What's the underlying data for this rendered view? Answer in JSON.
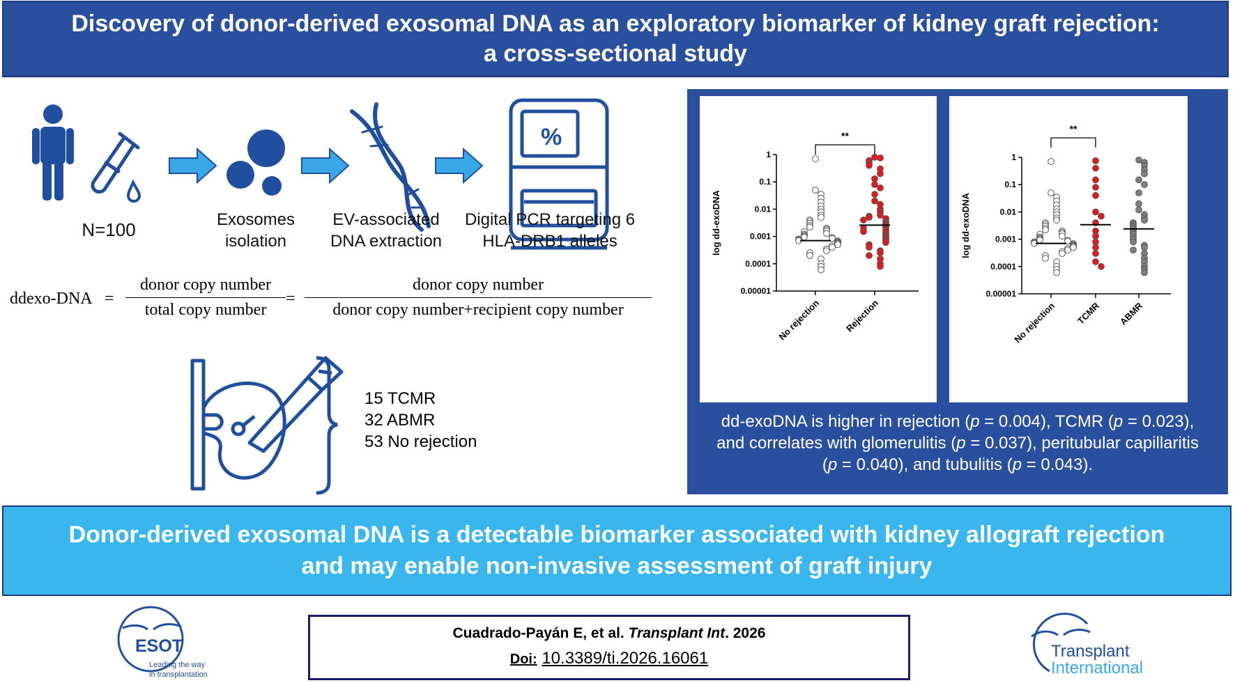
{
  "title": "Discovery of donor-derived exosomal DNA as an exploratory biomarker of kidney graft rejection:\na cross-sectional study",
  "workflow": {
    "n_label": "N=100",
    "steps": [
      "Exosomes\nisolation",
      "EV-associated\nDNA extraction",
      "Digital PCR targeting 6\nHLA-DRB1 alleles"
    ]
  },
  "formula": {
    "lhs": "ddexo-DNA",
    "eq": "=",
    "frac1_num": "donor copy number",
    "frac1_den": "total copy number",
    "frac2_num": "donor copy number",
    "frac2_den": "donor copy number+recipient copy number"
  },
  "biopsy": {
    "outcomes": [
      "15 TCMR",
      "32 ABMR",
      "53 No rejection"
    ]
  },
  "results": {
    "line1_pre": "dd-exoDNA is higher in rejection (",
    "line1_mid": " = 0.004), TCMR (",
    "line1_end": " = 0.023),",
    "line2_pre": "and correlates with glomerulitis (",
    "line2_mid": " = 0.037), peritubular capillaritis",
    "line3_pre": "(",
    "line3_mid": " = 0.040), and tubulitis (",
    "line3_end": " = 0.043).",
    "p": "p"
  },
  "chart_data": [
    {
      "type": "scatter",
      "ylabel": "log dd-exoDNA",
      "yscale": "log",
      "ylim": [
        1e-05,
        1
      ],
      "yticks": [
        "1",
        "0.1",
        "0.01",
        "0.001",
        "0.0001",
        "0.00001"
      ],
      "categories": [
        "No rejection",
        "Rejection"
      ],
      "significance": "**",
      "medians": [
        0.0007,
        0.0026
      ],
      "series": [
        {
          "category": "No rejection",
          "color": "#ffffff",
          "values": [
            0.7,
            0.05,
            0.035,
            0.025,
            0.018,
            0.013,
            0.01,
            0.008,
            0.006,
            0.005,
            0.004,
            0.0035,
            0.003,
            0.0025,
            0.0022,
            0.002,
            0.0018,
            0.0016,
            0.0015,
            0.0013,
            0.0012,
            0.0011,
            0.001,
            0.00095,
            0.0009,
            0.00085,
            0.0008,
            0.00075,
            0.0007,
            0.00068,
            0.00065,
            0.0006,
            0.00058,
            0.00055,
            0.0005,
            0.00045,
            0.0004,
            0.00035,
            0.0003,
            0.00025,
            0.0002,
            0.00015,
            0.0001,
            8e-05,
            6e-05
          ]
        },
        {
          "category": "Rejection",
          "color": "#e31a1c",
          "values": [
            0.8,
            0.75,
            0.6,
            0.5,
            0.4,
            0.3,
            0.2,
            0.13,
            0.08,
            0.06,
            0.035,
            0.02,
            0.015,
            0.01,
            0.008,
            0.006,
            0.0055,
            0.005,
            0.0045,
            0.004,
            0.0035,
            0.003,
            0.0028,
            0.0025,
            0.0022,
            0.002,
            0.0018,
            0.0016,
            0.0015,
            0.0013,
            0.0011,
            0.001,
            0.0009,
            0.0008,
            0.0007,
            0.0006,
            0.0005,
            0.0004,
            0.0003,
            0.00025,
            0.0002,
            0.00015,
            0.0001,
            8e-05
          ]
        }
      ]
    },
    {
      "type": "scatter",
      "ylabel": "log dd-exoDNA",
      "yscale": "log",
      "ylim": [
        1e-05,
        1
      ],
      "yticks": [
        "1",
        "0.1",
        "0.01",
        "0.001",
        "0.0001",
        "0.00001"
      ],
      "categories": [
        "No rejection",
        "TCMR",
        "ABMR"
      ],
      "significance": "**",
      "medians": [
        0.0007,
        0.0034,
        0.0024
      ],
      "series": [
        {
          "category": "No rejection",
          "color": "#ffffff",
          "values": [
            0.7,
            0.05,
            0.035,
            0.025,
            0.018,
            0.013,
            0.01,
            0.008,
            0.006,
            0.005,
            0.004,
            0.0035,
            0.003,
            0.0025,
            0.0022,
            0.002,
            0.0018,
            0.0016,
            0.0015,
            0.0013,
            0.0012,
            0.0011,
            0.001,
            0.00095,
            0.0009,
            0.00085,
            0.0008,
            0.00075,
            0.0007,
            0.00068,
            0.00065,
            0.0006,
            0.00058,
            0.00055,
            0.0005,
            0.00045,
            0.0004,
            0.00035,
            0.0003,
            0.00025,
            0.0002,
            0.00015,
            0.0001,
            8e-05,
            6e-05
          ]
        },
        {
          "category": "TCMR",
          "color": "#e31a1c",
          "values": [
            0.75,
            0.4,
            0.15,
            0.08,
            0.04,
            0.01,
            0.007,
            0.004,
            0.002,
            0.0013,
            0.0008,
            0.0005,
            0.0003,
            0.00015,
            0.0001
          ]
        },
        {
          "category": "ABMR",
          "color": "#808080",
          "values": [
            0.8,
            0.65,
            0.5,
            0.35,
            0.25,
            0.15,
            0.1,
            0.05,
            0.02,
            0.012,
            0.008,
            0.006,
            0.005,
            0.004,
            0.0035,
            0.003,
            0.0025,
            0.002,
            0.0018,
            0.0015,
            0.0012,
            0.001,
            0.0008,
            0.0006,
            0.0005,
            0.0004,
            0.0003,
            0.0002,
            0.00015,
            0.0001,
            8e-05,
            6e-05
          ]
        }
      ]
    }
  ],
  "conclusion": "Donor-derived exosomal DNA is a detectable biomarker associated with kidney allograft rejection\nand may enable non-invasive assessment of graft injury",
  "citation": {
    "authors": "Cuadrado-Payán E, et al.",
    "journal": "Transplant Int",
    "year": ". 2026",
    "doi_label": "Doi:",
    "doi": "10.3389/ti.2026.16061"
  },
  "logos": {
    "esot_name": "ESOT",
    "esot_tagline1": "Leading the way",
    "esot_tagline2": "in transplantation",
    "ti_line1": "Transplant",
    "ti_line2": "International"
  },
  "colors": {
    "navy": "#2a4f9e",
    "icon_blue": "#1f4f9e",
    "sky": "#3ab6ee",
    "arrow": "#3aa8e8",
    "red": "#e31a1c",
    "gray": "#808080"
  }
}
